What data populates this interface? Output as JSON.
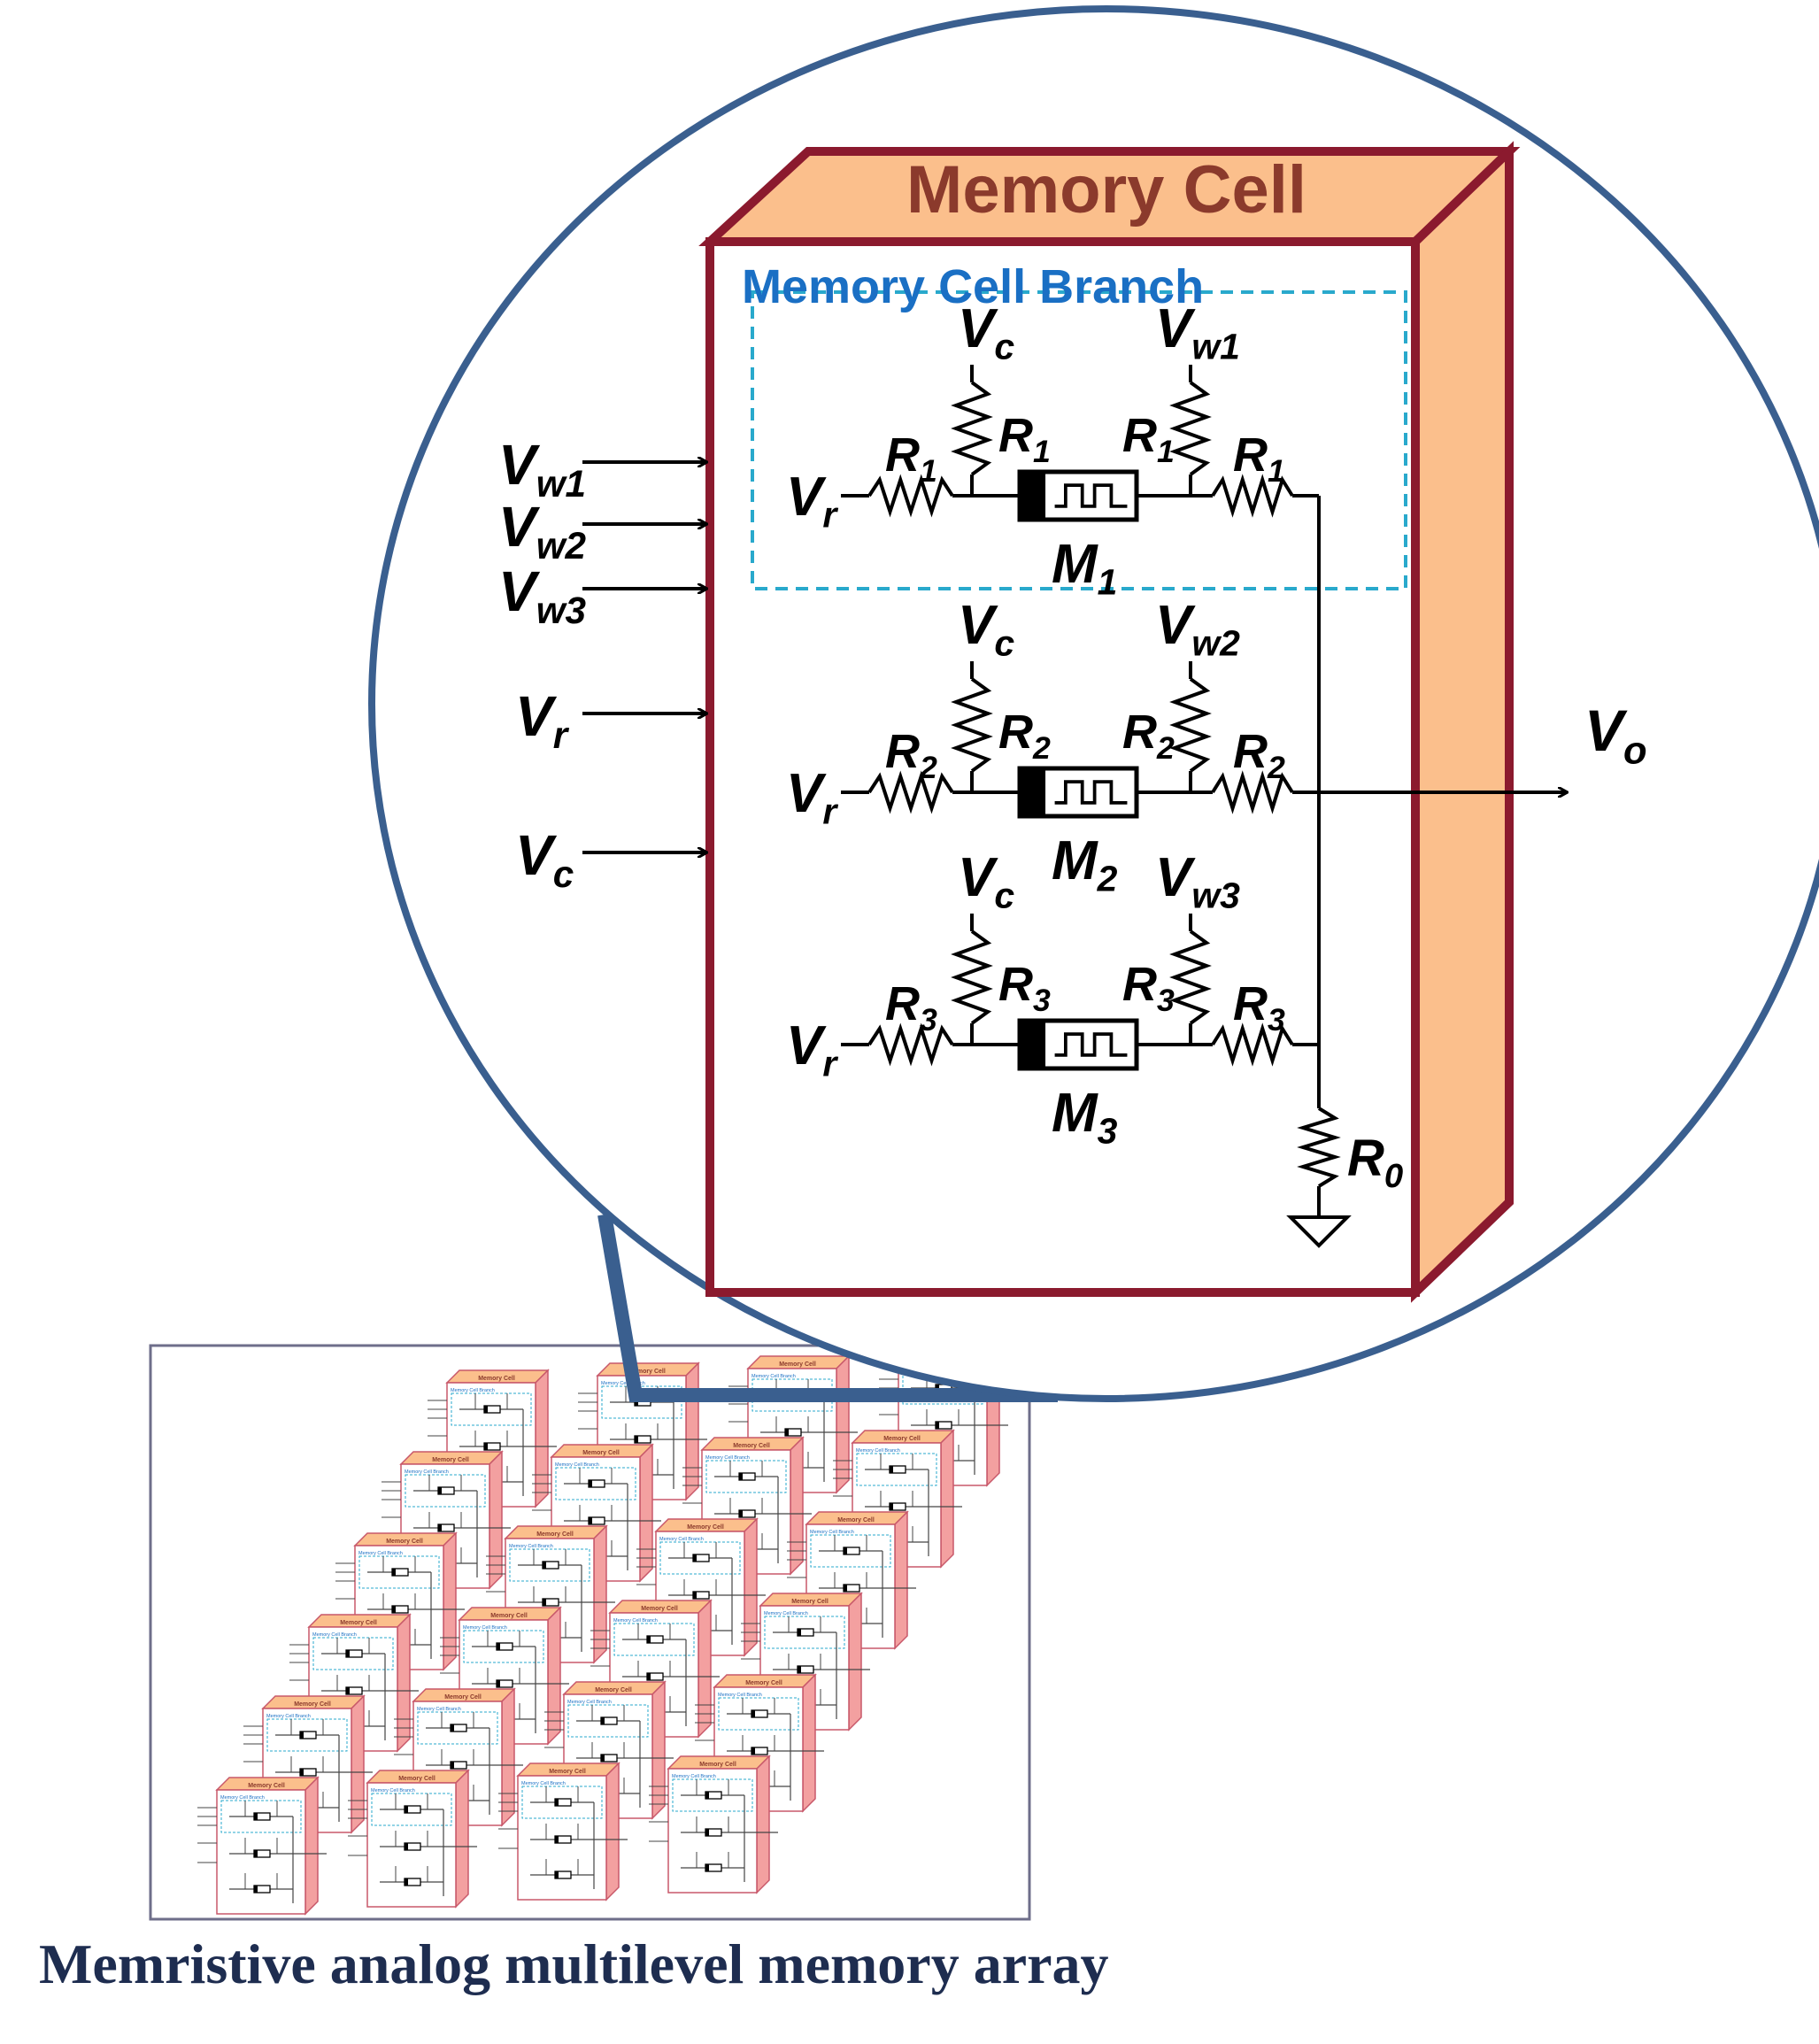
{
  "memory_cell": {
    "title": "Memory Cell",
    "branch_label": "Memory Cell Branch"
  },
  "inputs": [
    {
      "label": "V",
      "sub": "w1"
    },
    {
      "label": "V",
      "sub": "w2"
    },
    {
      "label": "V",
      "sub": "w3"
    },
    {
      "label": "V",
      "sub": "r"
    },
    {
      "label": "V",
      "sub": "c"
    }
  ],
  "branches": [
    {
      "vc": {
        "label": "V",
        "sub": "c"
      },
      "vw": {
        "label": "V",
        "sub": "w1"
      },
      "vr": {
        "label": "V",
        "sub": "r"
      },
      "r": {
        "label": "R",
        "sub": "1"
      },
      "m": {
        "label": "M",
        "sub": "1"
      }
    },
    {
      "vc": {
        "label": "V",
        "sub": "c"
      },
      "vw": {
        "label": "V",
        "sub": "w2"
      },
      "vr": {
        "label": "V",
        "sub": "r"
      },
      "r": {
        "label": "R",
        "sub": "2"
      },
      "m": {
        "label": "M",
        "sub": "2"
      }
    },
    {
      "vc": {
        "label": "V",
        "sub": "c"
      },
      "vw": {
        "label": "V",
        "sub": "w3"
      },
      "vr": {
        "label": "V",
        "sub": "r"
      },
      "r": {
        "label": "R",
        "sub": "3"
      },
      "m": {
        "label": "M",
        "sub": "3"
      }
    }
  ],
  "output": {
    "label": "V",
    "sub": "o"
  },
  "load_resistor": {
    "label": "R",
    "sub": "0"
  },
  "array": {
    "mini_cell_title": "Memory Cell",
    "mini_branch_label": "Memory Cell Branch"
  },
  "caption": "Memristive analog multilevel memory array",
  "colors": {
    "cell_border": "#8b1a2e",
    "cell_face": "#fbbf8c",
    "title_text": "#8b3a2c",
    "branch_text": "#1a6fc4",
    "branch_box": "#29a9cc",
    "zoom_circle": "#3a5f8f",
    "array_frame": "#6e6e8a",
    "caption_text": "#1e2d50"
  }
}
